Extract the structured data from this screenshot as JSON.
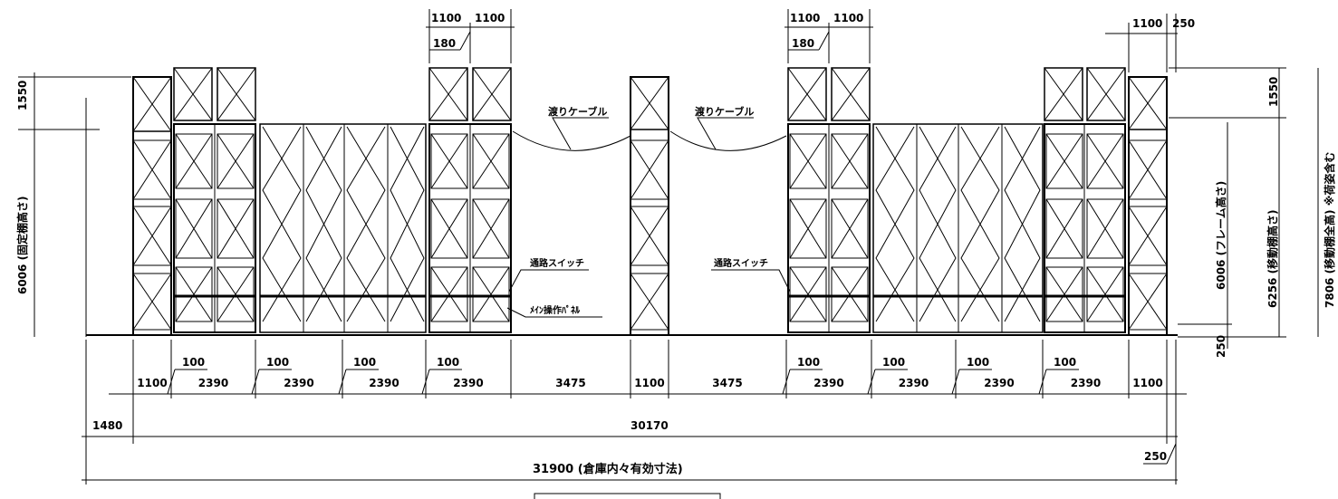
{
  "labels": {
    "top_1100_a": "1100",
    "top_1100_b": "1100",
    "top_180_a": "180",
    "top_1100_c": "1100",
    "top_1100_d": "1100",
    "top_180_b": "180",
    "top_1100_e": "1100",
    "top_250": "250",
    "cable_left": "渡りケーブル",
    "cable_right": "渡りケーブル",
    "switch_left": "通路スイッチ",
    "switch_right": "通路スイッチ",
    "main_panel": "ﾒｲﾝ操作ﾊﾟﾈﾙ",
    "left_1550": "1550",
    "left_fixed_height": "6006 (固定棚高さ)",
    "right_1550": "1550",
    "right_250": "250",
    "frame_height": "6006 (フレーム高さ)",
    "moving_height": "6256 (移動棚高さ)",
    "moving_total": "7806 (移動棚全高) ※荷姿含む",
    "bottom_1480": "1480",
    "bottom_30170": "30170",
    "bottom_250": "250",
    "bottom_total": "31900 (倉庫内々有効寸法)"
  },
  "bay_dims": [
    "1100",
    "2390",
    "2390",
    "2390",
    "2390",
    "3475",
    "1100",
    "3475",
    "2390",
    "2390",
    "2390",
    "2390",
    "1100"
  ],
  "gap_dims": [
    "100",
    "100",
    "100",
    "100",
    "100",
    "100",
    "100",
    "100"
  ]
}
